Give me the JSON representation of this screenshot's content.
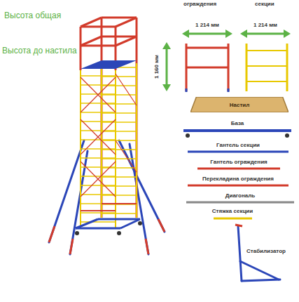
{
  "diagram": {
    "nodes": [
      {
        "text": [
          "Настил"
        ]
      }
    ],
    "labels": [
      "Высота общая",
      "Высота до настила",
      "ограждения",
      "секции",
      "1 214 мм",
      "1 214 мм",
      "1 160 мм",
      "База",
      "Гантель секции",
      "Гантель ограждения",
      "Перекладина ограждения",
      "Диагональ",
      "Стяжка секции",
      "Стабилизатор"
    ]
  }
}
